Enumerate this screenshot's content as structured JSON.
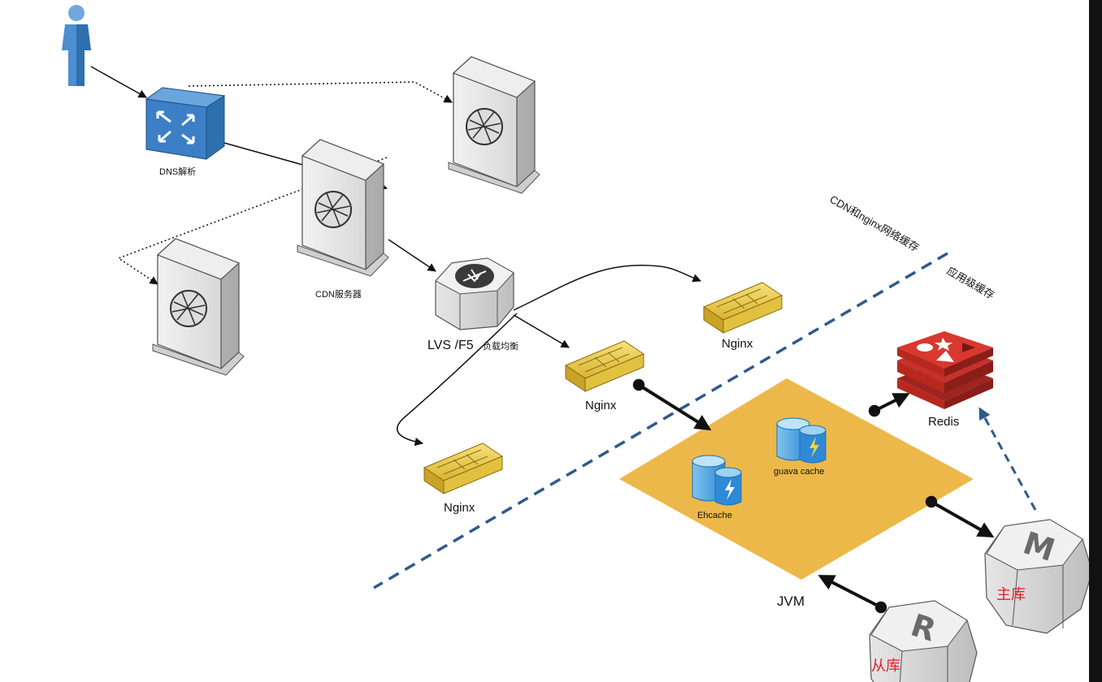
{
  "labels": {
    "dns": "DNS解析",
    "cdn_server": "CDN服务器",
    "lvs": "LVS /F5",
    "lvs_sub": "负载均衡",
    "nginx_top": "Nginx",
    "nginx_mid": "Nginx",
    "nginx_bottom": "Nginx",
    "guava": "guava cache",
    "ehcache": "Ehcache",
    "jvm": "JVM",
    "redis": "Redis",
    "master_letter": "M",
    "master_db": "主库",
    "slave_letter": "R",
    "slave_db": "从库",
    "zone_network": "CDN和nginx网络缓存",
    "zone_app": "应用级缓存"
  },
  "colors": {
    "jvm_area": "#EDB84A",
    "nginx_gold": "#F0D24A",
    "redis_red": "#C7302B",
    "zone_divider": "#2F5A8C",
    "db_label": "#E02020",
    "dns_blue": "#3C7FC6",
    "cache_blue": "#2E8AD6"
  },
  "icons": {
    "user": "user-icon",
    "dns": "router-icon",
    "server": "server-icon",
    "lvs": "load-balancer-icon",
    "nginx": "nginx-brick-icon",
    "cache": "cache-database-icon",
    "redis": "redis-icon",
    "db": "database-octagon-icon"
  }
}
